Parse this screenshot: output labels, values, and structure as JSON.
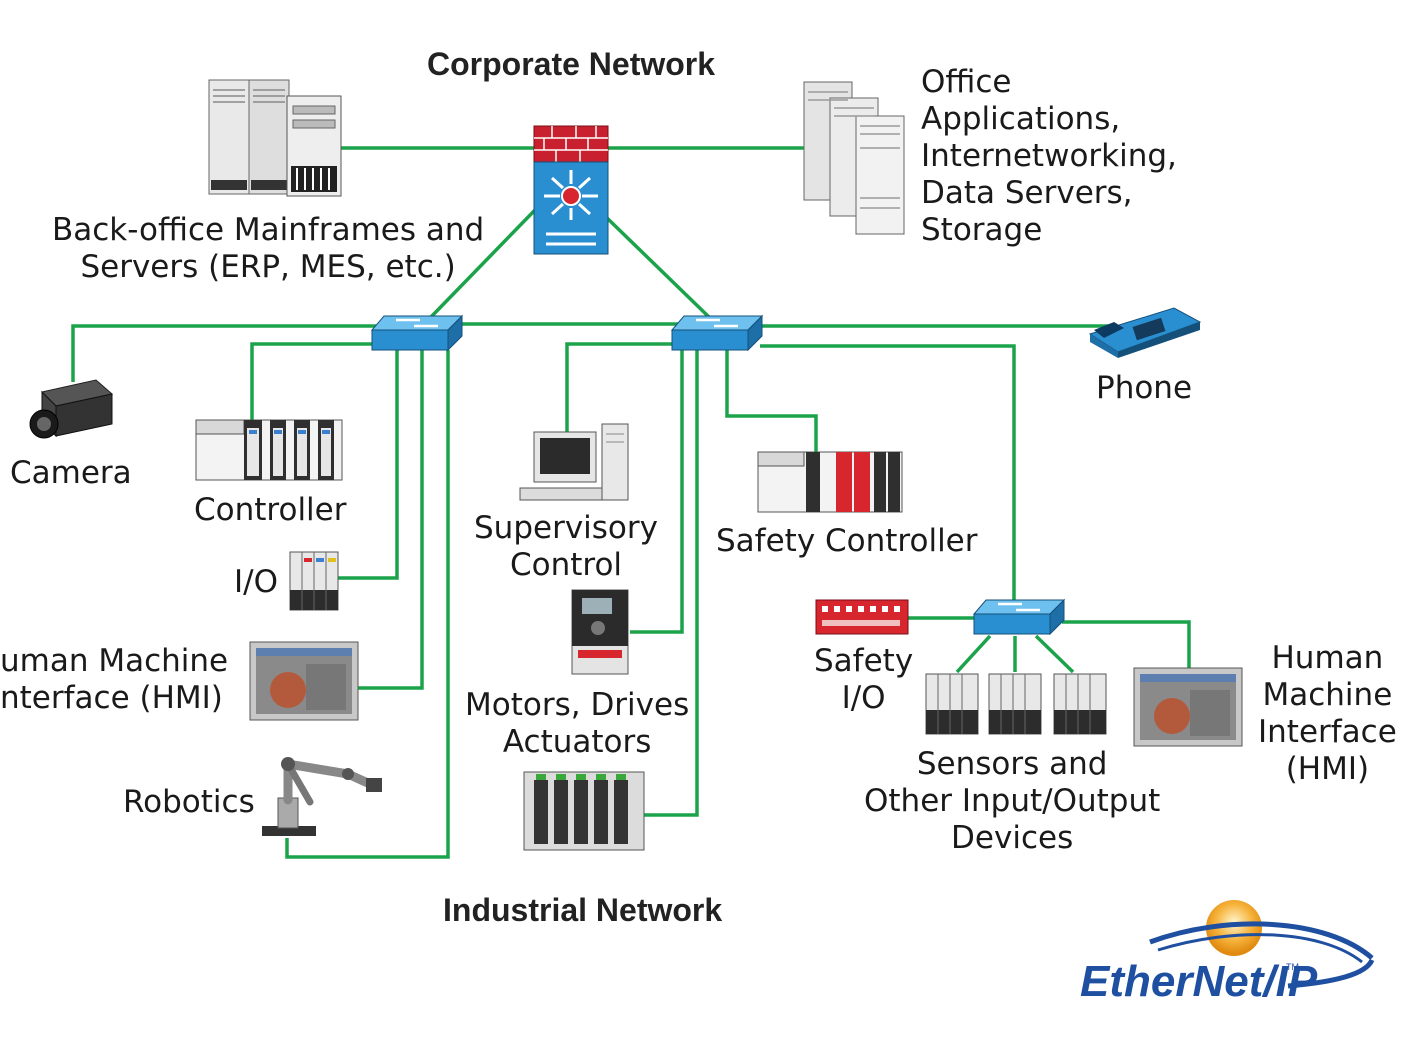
{
  "titles": {
    "corporate": "Corporate Network",
    "industrial": "Industrial Network"
  },
  "labels": {
    "back_office": [
      "Back-office Mainframes and",
      "Servers (ERP, MES, etc.)"
    ],
    "office": [
      "Office",
      "Applications,",
      "Internetworking,",
      "Data Servers,",
      "Storage"
    ],
    "camera": "Camera",
    "controller": "Controller",
    "io": "I/O",
    "hmi_left": [
      "uman Machine",
      "nterface (HMI)"
    ],
    "robotics": "Robotics",
    "supervisory": [
      "Supervisory",
      "Control"
    ],
    "motors": [
      "Motors, Drives",
      "Actuators"
    ],
    "safety_controller": "Safety Controller",
    "phone": "Phone",
    "safety_io": [
      "Safety",
      "I/O"
    ],
    "sensors": [
      "Sensors and",
      "Other Input/Output",
      "Devices"
    ],
    "hmi_right": [
      "Human",
      "Machine",
      "Interface",
      "(HMI)"
    ]
  },
  "logo": {
    "text": "EtherNet/IP",
    "tm": "TM"
  },
  "colors": {
    "link": "#1aa34a",
    "switch": "#2a8fd0",
    "firewall_brick": "#c8202e",
    "safety_red": "#d7262e",
    "logo_blue": "#1f4fa0",
    "logo_sun": "#f6b23a"
  }
}
